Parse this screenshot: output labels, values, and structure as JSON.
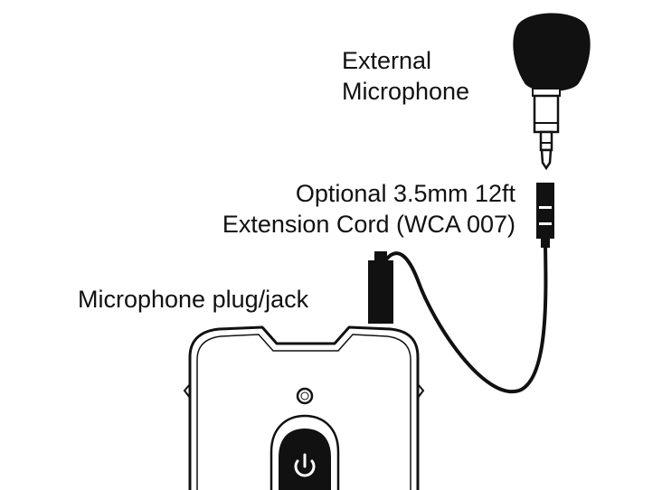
{
  "labels": {
    "external_microphone_line1": "External",
    "external_microphone_line2": "Microphone",
    "extension_cord_line1": "Optional 3.5mm 12ft",
    "extension_cord_line2": "Extension Cord (WCA 007)",
    "plug_jack": "Microphone plug/jack"
  },
  "icons": {
    "power_button": "power-icon"
  },
  "colors": {
    "ink": "#111111",
    "background": "#ffffff"
  }
}
